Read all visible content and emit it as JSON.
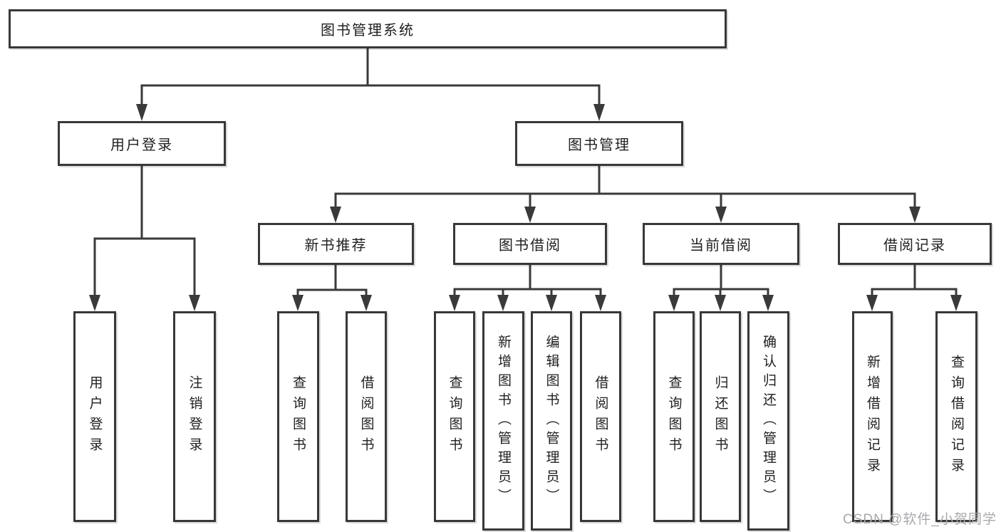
{
  "diagram": {
    "root": {
      "label": "图书管理系统"
    },
    "level2": [
      {
        "label": "用户登录"
      },
      {
        "label": "图书管理"
      }
    ],
    "level3": [
      {
        "label": "新书推荐"
      },
      {
        "label": "图书借阅"
      },
      {
        "label": "当前借阅"
      },
      {
        "label": "借阅记录"
      }
    ],
    "leaves": [
      {
        "label": "用户登录"
      },
      {
        "label": "注销登录"
      },
      {
        "label": "查询图书"
      },
      {
        "label": "借阅图书"
      },
      {
        "label": "查询图书"
      },
      {
        "label": "新增图书（管理员）"
      },
      {
        "label": "编辑图书（管理员）"
      },
      {
        "label": "借阅图书"
      },
      {
        "label": "查询图书"
      },
      {
        "label": "归还图书"
      },
      {
        "label": "确认归还（管理员）"
      },
      {
        "label": "新增借阅记录"
      },
      {
        "label": "查询借阅记录"
      }
    ],
    "watermark": "CSDN @软件_小贺同学",
    "colors": {
      "line": "#3a3a3a",
      "border": "#383838",
      "text": "#1f1f1f",
      "watermark": "#a9a9ad"
    }
  }
}
